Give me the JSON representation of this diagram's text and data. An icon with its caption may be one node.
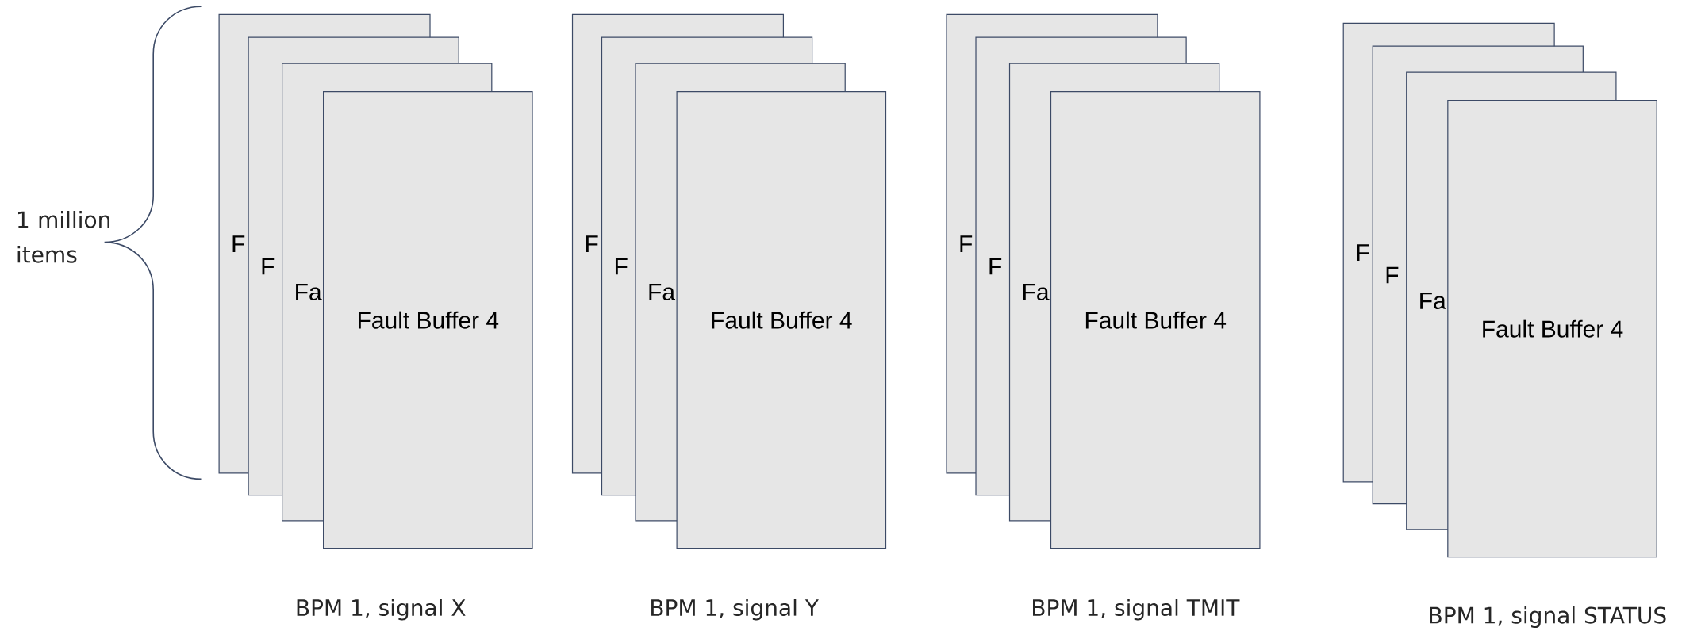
{
  "diagram": {
    "nodes": [
      {
        "text": [
          "F"
        ]
      },
      {
        "text": [
          "F"
        ]
      },
      {
        "text": [
          "Fa"
        ]
      },
      {
        "text": [
          "Fault Buffer 4"
        ]
      },
      {
        "text": [
          "F"
        ]
      },
      {
        "text": [
          "F"
        ]
      },
      {
        "text": [
          "Fa"
        ]
      },
      {
        "text": [
          "Fault Buffer 4"
        ]
      },
      {
        "text": [
          "F"
        ]
      },
      {
        "text": [
          "F"
        ]
      },
      {
        "text": [
          "Fa"
        ]
      },
      {
        "text": [
          "Fault Buffer 4"
        ]
      },
      {
        "text": [
          "F"
        ]
      },
      {
        "text": [
          "F"
        ]
      },
      {
        "text": [
          "Fa"
        ]
      },
      {
        "text": [
          "Fault Buffer 4"
        ]
      }
    ],
    "edges": [],
    "labels": [
      "1 million items",
      "BPM 1, signal X",
      "BPM 1, signal Y",
      "BPM 1, signal TMIT",
      "BPM 1, signal STATUS"
    ]
  }
}
